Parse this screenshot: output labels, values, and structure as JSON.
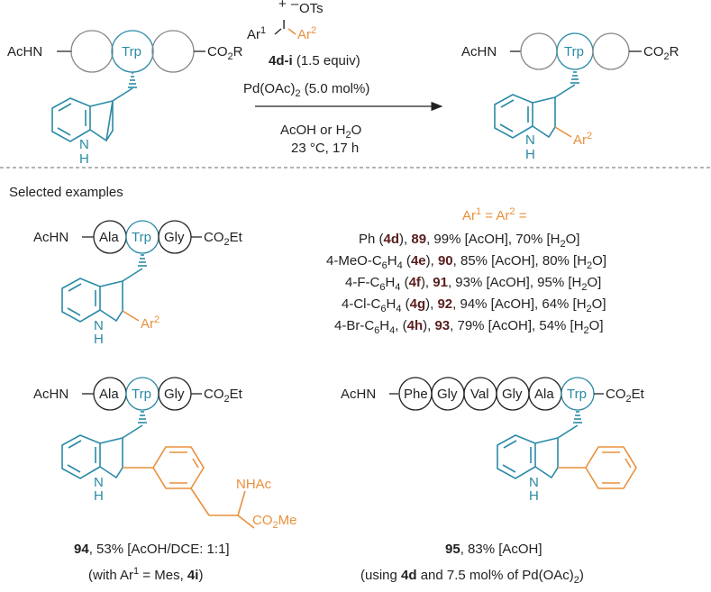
{
  "reagent": {
    "plus": "+",
    "minus": "–",
    "counterion": "OTs",
    "ar1": "Ar",
    "ar1_sup": "1",
    "iodine": "I",
    "ar2": "Ar",
    "ar2_sup": "2",
    "cmpd": "4d-i",
    "equiv": " (1.5 equiv)",
    "cat_a": "Pd(OAc)",
    "cat_sub": "2",
    "cat_b": " (5.0 mol%)",
    "solvent_a": "AcOH or H",
    "solvent_sub": "2",
    "solvent_b": "O",
    "conditions": "23 °C, 17 h"
  },
  "labels": {
    "achn": "AcHN",
    "trp": "Trp",
    "ala": "Ala",
    "gly": "Gly",
    "phe": "Phe",
    "val": "Val",
    "co2r_a": "CO",
    "co2r_sub": "2",
    "co2r_b": "R",
    "co2et_b": "Et",
    "nh": "N",
    "h": "H",
    "nhac": "NHAc",
    "co2me_b": "Me"
  },
  "section_title": "Selected examples",
  "ar_header": {
    "a": "Ar",
    "s1": "1",
    "b": " = Ar",
    "s2": "2",
    "c": " ="
  },
  "examples": [
    {
      "ar": "Ph (",
      "ar_sub": "",
      "ar_tail": "",
      "cmpd": "4d",
      "mid": "), ",
      "prod": "89",
      "yields": ", 99% [AcOH], 70% [H",
      "ysub": "2",
      "yend": "O]"
    },
    {
      "ar": "4-MeO-C",
      "ar_sub": "6",
      "ar_tail": "H",
      "ar_sub2": "4",
      "pre": " (",
      "cmpd": "4e",
      "mid": "), ",
      "prod": "90",
      "yields": ", 85% [AcOH], 80% [H",
      "ysub": "2",
      "yend": "O]"
    },
    {
      "ar": "4-F-C",
      "ar_sub": "6",
      "ar_tail": "H",
      "ar_sub2": "4",
      "pre": " (",
      "cmpd": "4f",
      "mid": "), ",
      "prod": "91",
      "yields": ", 93% [AcOH], 95% [H",
      "ysub": "2",
      "yend": "O]"
    },
    {
      "ar": "4-Cl-C",
      "ar_sub": "6",
      "ar_tail": "H",
      "ar_sub2": "4",
      "pre": " (",
      "cmpd": "4g",
      "mid": "), ",
      "prod": "92",
      "yields": ", 94% [AcOH], 64% [H",
      "ysub": "2",
      "yend": "O]"
    },
    {
      "ar": "4-Br-C",
      "ar_sub": "6",
      "ar_tail": "H",
      "ar_sub2": "4",
      "pre": ", (",
      "cmpd": "4h",
      "mid": "), ",
      "prod": "93",
      "yields": ", 79% [AcOH], 54% [H",
      "ysub": "2",
      "yend": "O]"
    }
  ],
  "cap94": {
    "num": "94",
    "rest": ", 53% [AcOH/DCE: 1:1]",
    "l2a": "(with Ar",
    "l2s": "1",
    "l2b": " = Mes, ",
    "l2c": "4i",
    "l2d": ")"
  },
  "cap95": {
    "num": "95",
    "rest": ", 83% [AcOH]",
    "l2a": "(using ",
    "l2b": "4d",
    "l2c": " and 7.5 mol% of Pd(OAc)",
    "l2s": "2",
    "l2d": ")"
  }
}
